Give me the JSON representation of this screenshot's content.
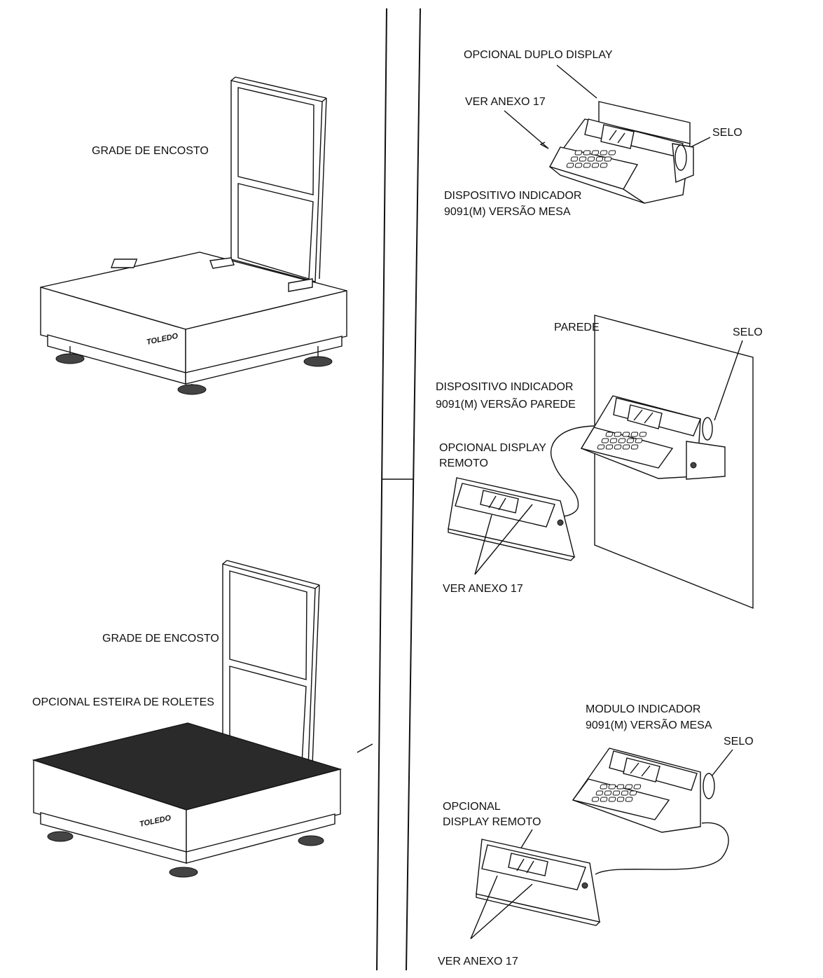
{
  "labels": {
    "grade1": "GRADE DE ENCOSTO",
    "grade2": "GRADE DE ENCOSTO",
    "esteira": "OPCIONAL ESTEIRA DE ROLETES",
    "brand1": "TOLEDO",
    "brand2": "TOLEDO",
    "duplo": "OPCIONAL DUPLO DISPLAY",
    "anexo1": "VER ANEXO 17",
    "selo1": "SELO",
    "mesa_l1": "DISPOSITIVO INDICADOR",
    "mesa_l2": "9091(M) VERSÃO MESA",
    "parede": "PAREDE",
    "selo2": "SELO",
    "parede_l1": "DISPOSITIVO INDICADOR",
    "parede_l2": "9091(M) VERSÃO PAREDE",
    "remoto1_l1": "OPCIONAL DISPLAY",
    "remoto1_l2": "REMOTO",
    "anexo2": "VER ANEXO 17",
    "modulo_l1": "MODULO INDICADOR",
    "modulo_l2": "9091(M) VERSÃO MESA",
    "selo3": "SELO",
    "remoto2_l1": "OPCIONAL",
    "remoto2_l2": "DISPLAY REMOTO",
    "anexo3": "VER ANEXO 17"
  }
}
